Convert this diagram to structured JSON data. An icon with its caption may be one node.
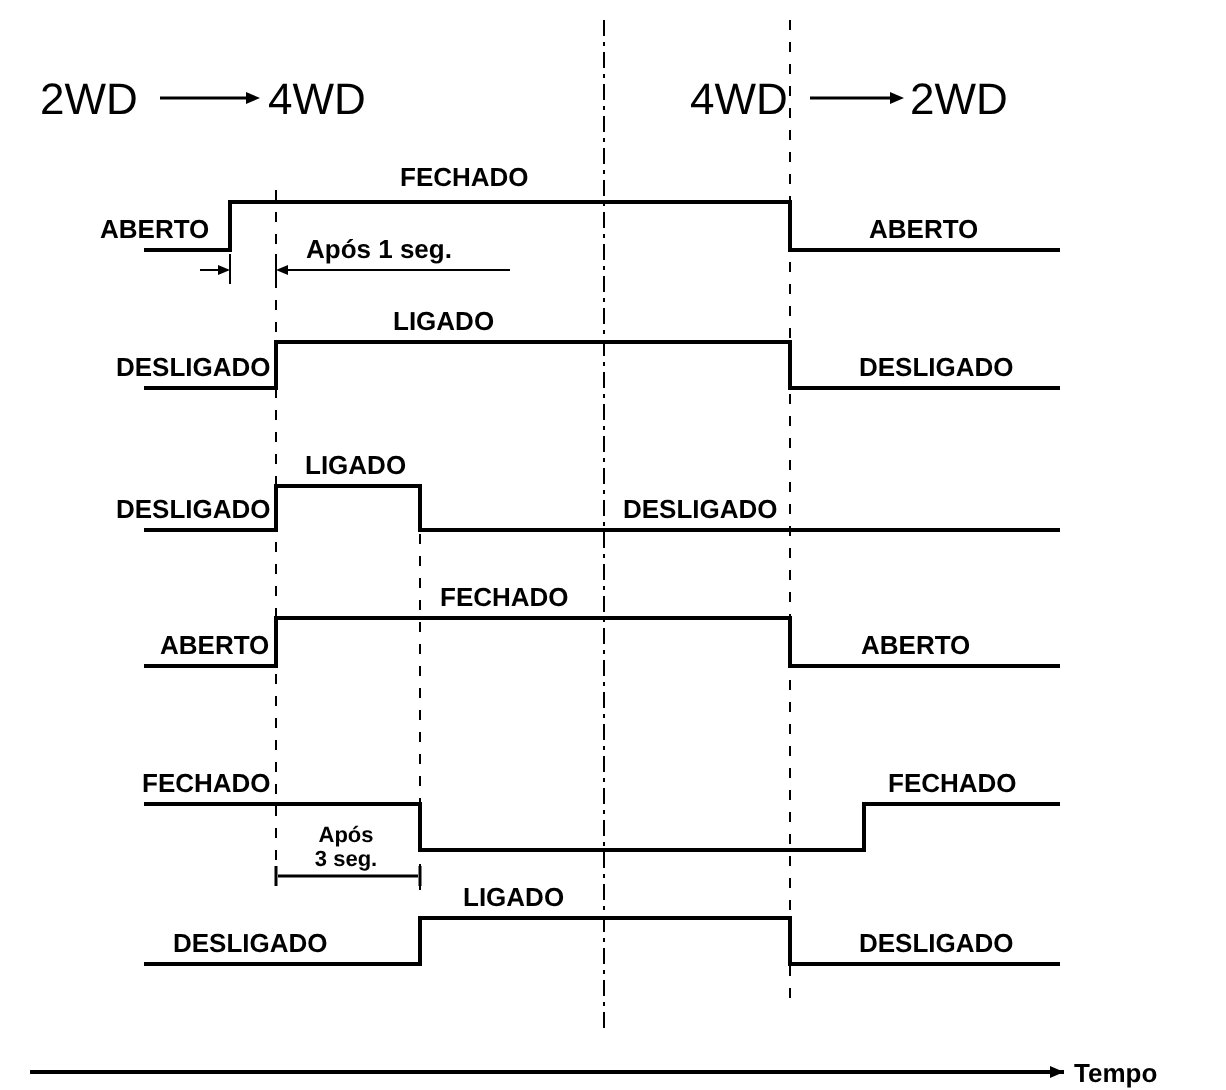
{
  "diagram": {
    "labels": [
      "2WD",
      "4WD",
      "4WD",
      "2WD",
      "FECHADO",
      "ABERTO",
      "Após 1 seg.",
      "ABERTO",
      "LIGADO",
      "DESLIGADO",
      "DESLIGADO",
      "LIGADO",
      "DESLIGADO",
      "DESLIGADO",
      "FECHADO",
      "ABERTO",
      "ABERTO",
      "FECHADO",
      "FECHADO",
      "Após 3 seg.",
      "LIGADO",
      "DESLIGADO",
      "DESLIGADO",
      "Tempo"
    ]
  }
}
